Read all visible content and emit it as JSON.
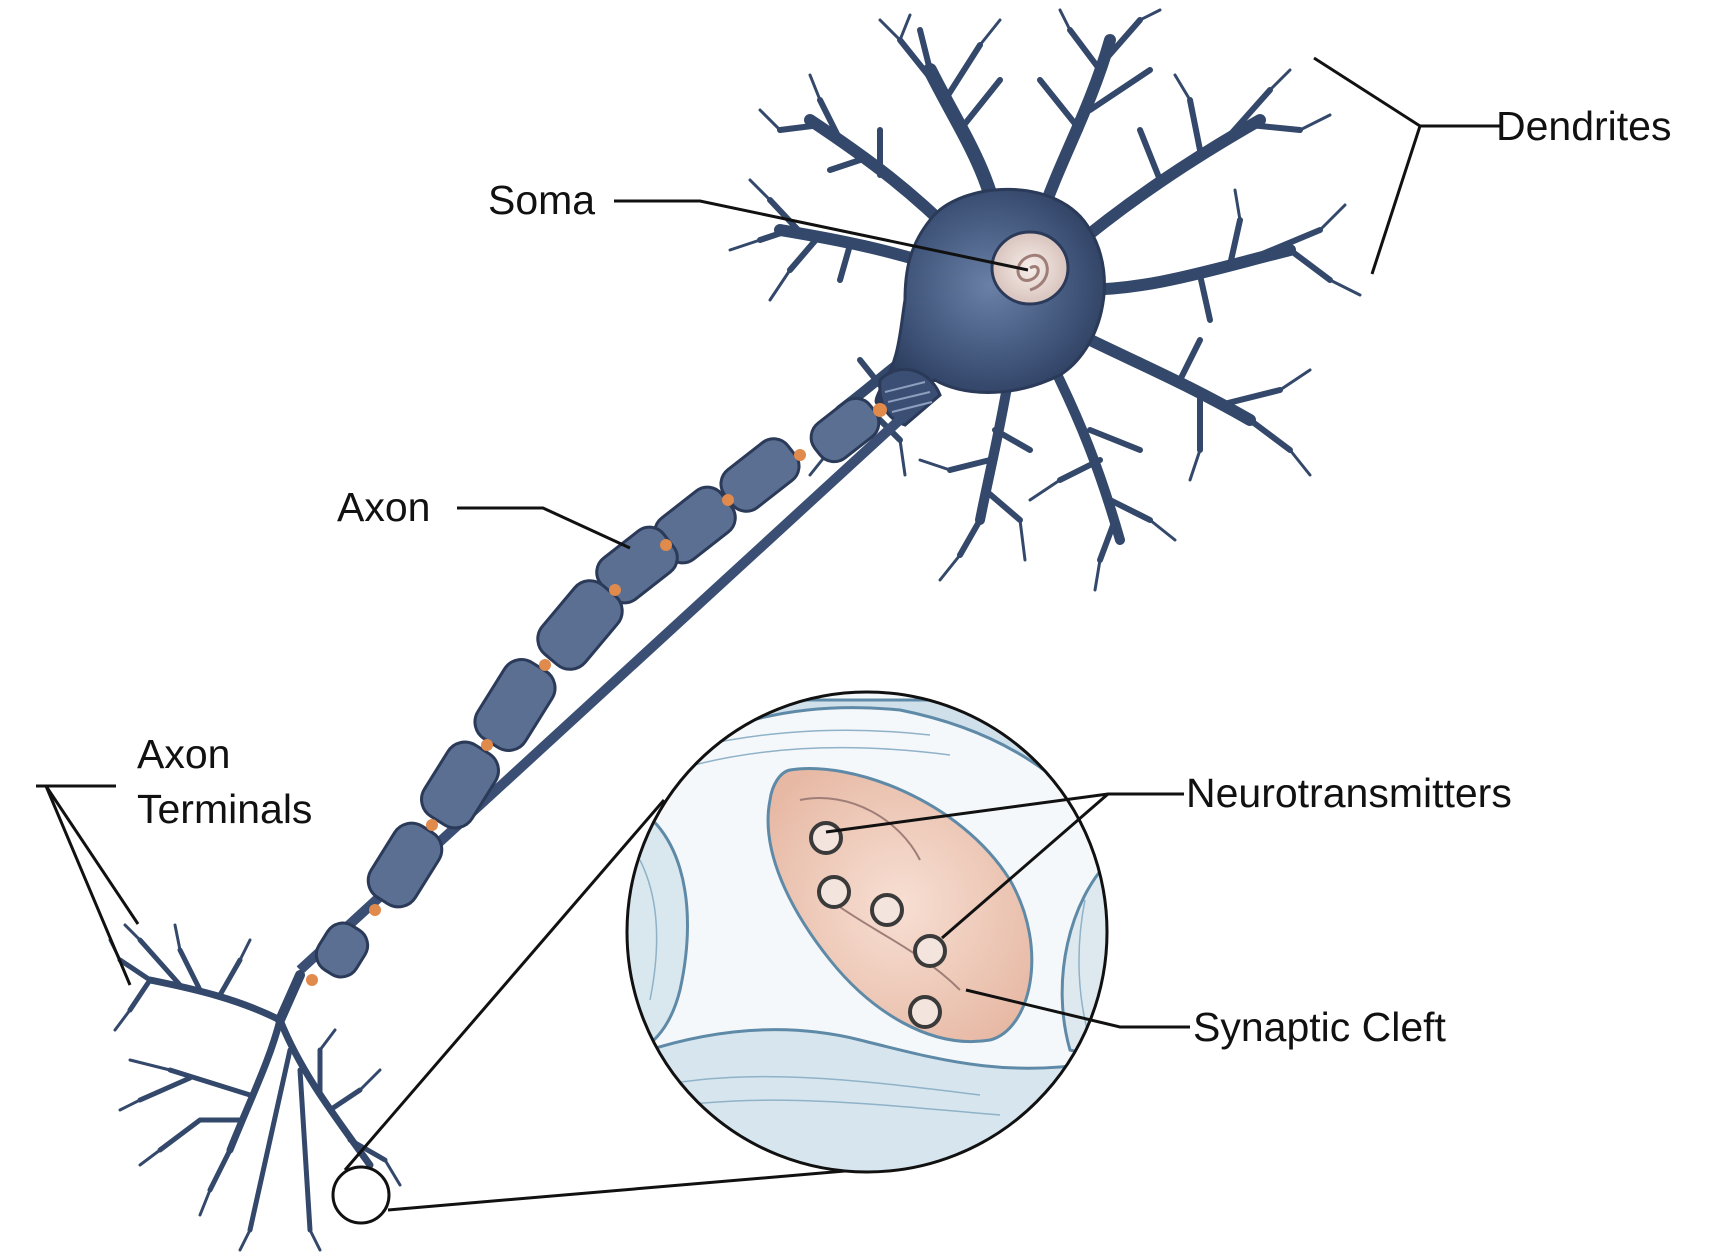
{
  "labels": {
    "soma": "Soma",
    "dendrites": "Dendrites",
    "axon": "Axon",
    "axon_terminals_line1": "Axon",
    "axon_terminals_line2": "Terminals",
    "neurotransmitters": "Neurotransmitters",
    "synaptic_cleft": "Synaptic Cleft"
  },
  "colors": {
    "neuron_body": "#3b4f74",
    "myelin_sheath": "#5a6f92",
    "node_of_ranvier": "#e08a4c",
    "synapse_membrane": "#f3d6c8",
    "synapse_tissue": "#cfe0ea",
    "text": "#111111"
  }
}
